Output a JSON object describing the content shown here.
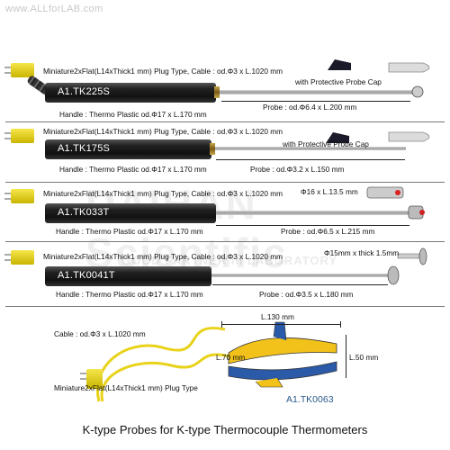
{
  "header": {
    "watermark": "www.ALLforLAB.com"
  },
  "watermarks": {
    "main": "DAIHAN Scientific",
    "tagline": "GOOD PARTNER in LABORATORY"
  },
  "probes": [
    {
      "model": "A1.TK225S",
      "plug_label": "Miniature2xFlat(L14xThick1 mm) Plug Type, Cable : od.Φ3 x L.1020 mm",
      "cap_label": "with Protective Probe Cap",
      "handle_label": "Handle : Thermo Plastic od.Φ17 x L.170 mm",
      "probe_label": "Probe : od.Φ6.4 x L.200 mm"
    },
    {
      "model": "A1.TK175S",
      "plug_label": "Miniature2xFlat(L14xThick1 mm) Plug Type, Cable : od.Φ3 x L.1020 mm",
      "cap_label": "with Protective Probe Cap",
      "handle_label": "Handle : Thermo Plastic od.Φ17 x L.170 mm",
      "probe_label": "Probe : od.Φ3.2 x L.150 mm"
    },
    {
      "model": "A1.TK033T",
      "plug_label": "Miniature2xFlat(L14xThick1 mm) Plug Type, Cable : od.Φ3 x L.1020 mm",
      "tip_label": "Φ16 x L.13.5 mm",
      "handle_label": "Handle : Thermo Plastic od.Φ17 x L.170 mm",
      "probe_label": "Probe : od.Φ6.5 x L.215 mm"
    },
    {
      "model": "A1.TK0041T",
      "plug_label": "Miniature2xFlat(L14xThick1 mm) Plug Type, Cable : od.Φ3 x L.1020 mm",
      "tip_label": "Φ15mm x thick 1.5mm",
      "handle_label": "Handle : Thermo Plastic od.Φ17 x L.170 mm",
      "probe_label": "Probe : od.Φ3.5 x L.180 mm"
    }
  ],
  "clamp": {
    "model": "A1.TK0063",
    "cable_label": "Cable : od.Φ3 x L.1020 mm",
    "plug_label": "Miniature2xFlat(L14xThick1 mm) Plug Type",
    "dim_length": "L.130 mm",
    "dim_jaw": "L.70 mm",
    "dim_height": "L.50 mm"
  },
  "footer": {
    "title": "K-type Probes for K-type Thermocouple Thermometers"
  },
  "colors": {
    "plug": "#e6d21a",
    "handle": "#1a1a1a",
    "collar": "#b08a2a",
    "clamp_yellow": "#f2c21a",
    "clamp_blue": "#2a5aa8",
    "model_blue": "#2a5a8a"
  }
}
